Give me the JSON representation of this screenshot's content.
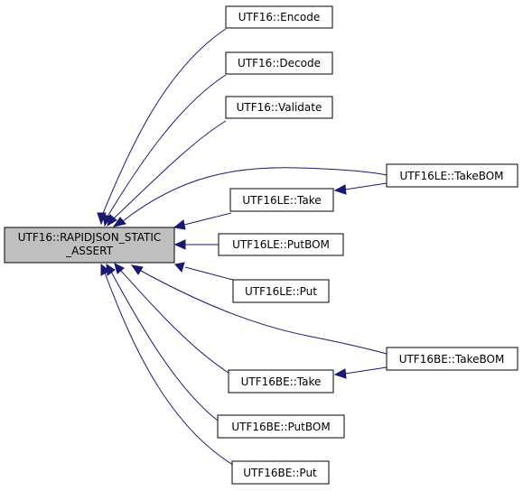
{
  "graph": {
    "root": {
      "label_line1": "UTF16::RAPIDJSON_STATIC",
      "label_line2": "_ASSERT",
      "fill": "#bfbfbf"
    },
    "nodes": {
      "encode": "UTF16::Encode",
      "decode": "UTF16::Decode",
      "validate": "UTF16::Validate",
      "le_take": "UTF16LE::Take",
      "le_putbom": "UTF16LE::PutBOM",
      "le_put": "UTF16LE::Put",
      "le_takebom": "UTF16LE::TakeBOM",
      "be_take": "UTF16BE::Take",
      "be_putbom": "UTF16BE::PutBOM",
      "be_put": "UTF16BE::Put",
      "be_takebom": "UTF16BE::TakeBOM"
    },
    "edge_color": "#191970"
  }
}
